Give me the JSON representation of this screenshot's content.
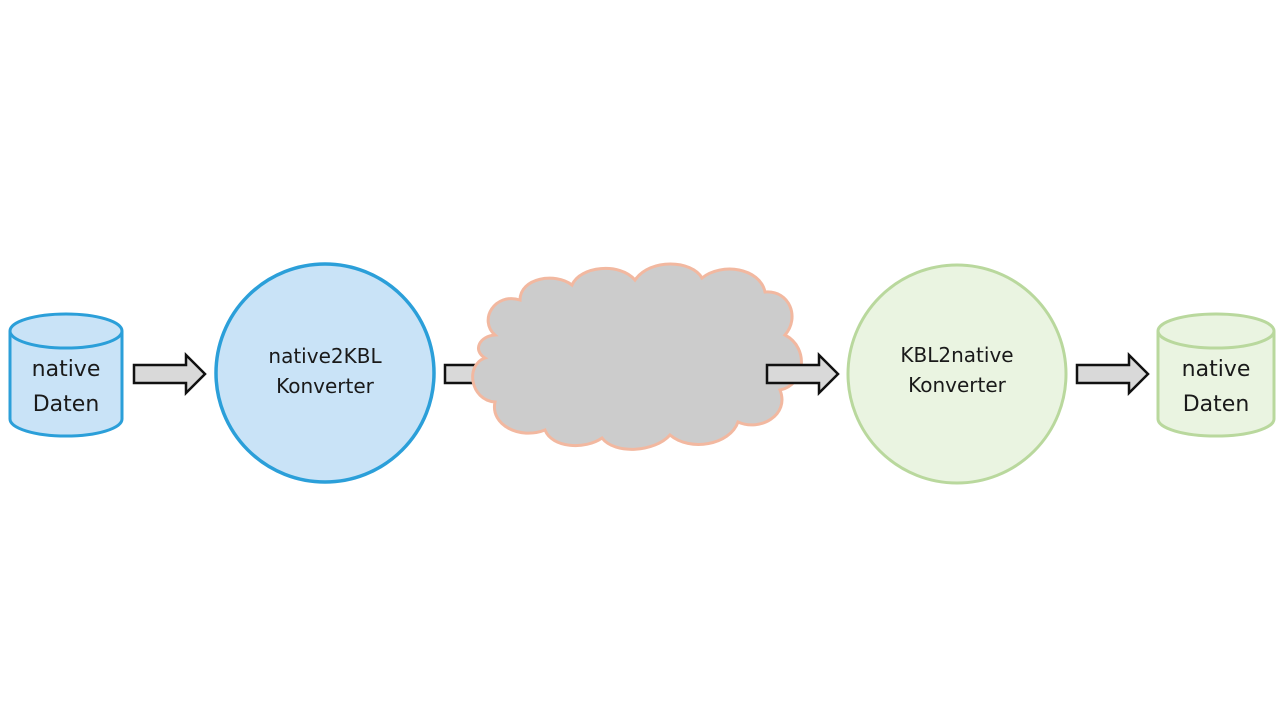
{
  "diagram": {
    "source_db": {
      "line1": "native",
      "line2": "Daten",
      "fill": "#c9e3f7",
      "stroke": "#2b9fd9"
    },
    "encoder": {
      "line1": "native2KBL",
      "line2": "Konverter",
      "fill": "#c9e3f7",
      "stroke": "#2b9fd9"
    },
    "network_cloud": {
      "fill": "#cccccc",
      "stroke": "#f2b8a0"
    },
    "decoder": {
      "line1": "KBL2native",
      "line2": "Konverter",
      "fill": "#eaf4e1",
      "stroke": "#b9d89d"
    },
    "target_db": {
      "line1": "native",
      "line2": "Daten",
      "fill": "#eaf4e1",
      "stroke": "#b9d89d"
    },
    "arrow": {
      "fill": "#d9d9d9",
      "stroke": "#111111"
    }
  }
}
